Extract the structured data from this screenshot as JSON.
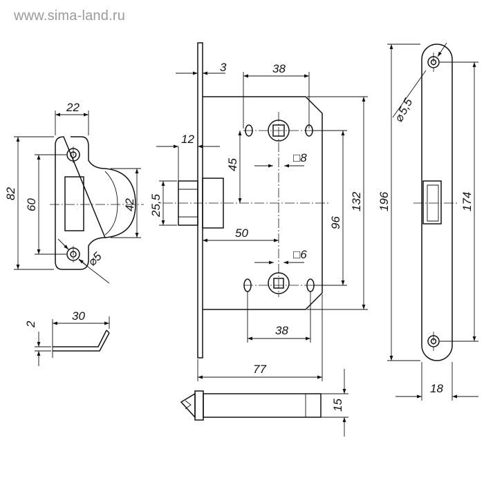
{
  "watermark": "www.sima-land.ru",
  "dimensions": {
    "strike_width": "22",
    "strike_height": "82",
    "strike_hole_spacing": "60",
    "strike_latch_opening": "42",
    "strike_hole_diameter": "5",
    "strike_plate_thickness": "2",
    "strike_depth": "30",
    "faceplate_thickness": "3",
    "follower_to_hole": "38",
    "bolt_projection": "12",
    "handle_to_latch": "45",
    "square_handle": "8",
    "latch_height": "25,5",
    "centre_distance": "96",
    "body_height": "132",
    "backset": "50",
    "square_lock": "6",
    "bottom_follower_to_hole": "38",
    "body_width": "77",
    "faceplate_length": "196",
    "faceplate_hole_spacing": "174",
    "faceplate_hole_diameter": "5,5",
    "faceplate_width": "18",
    "latch_thickness": "15"
  },
  "symbols": {
    "diameter": "⌀",
    "square": "□"
  }
}
